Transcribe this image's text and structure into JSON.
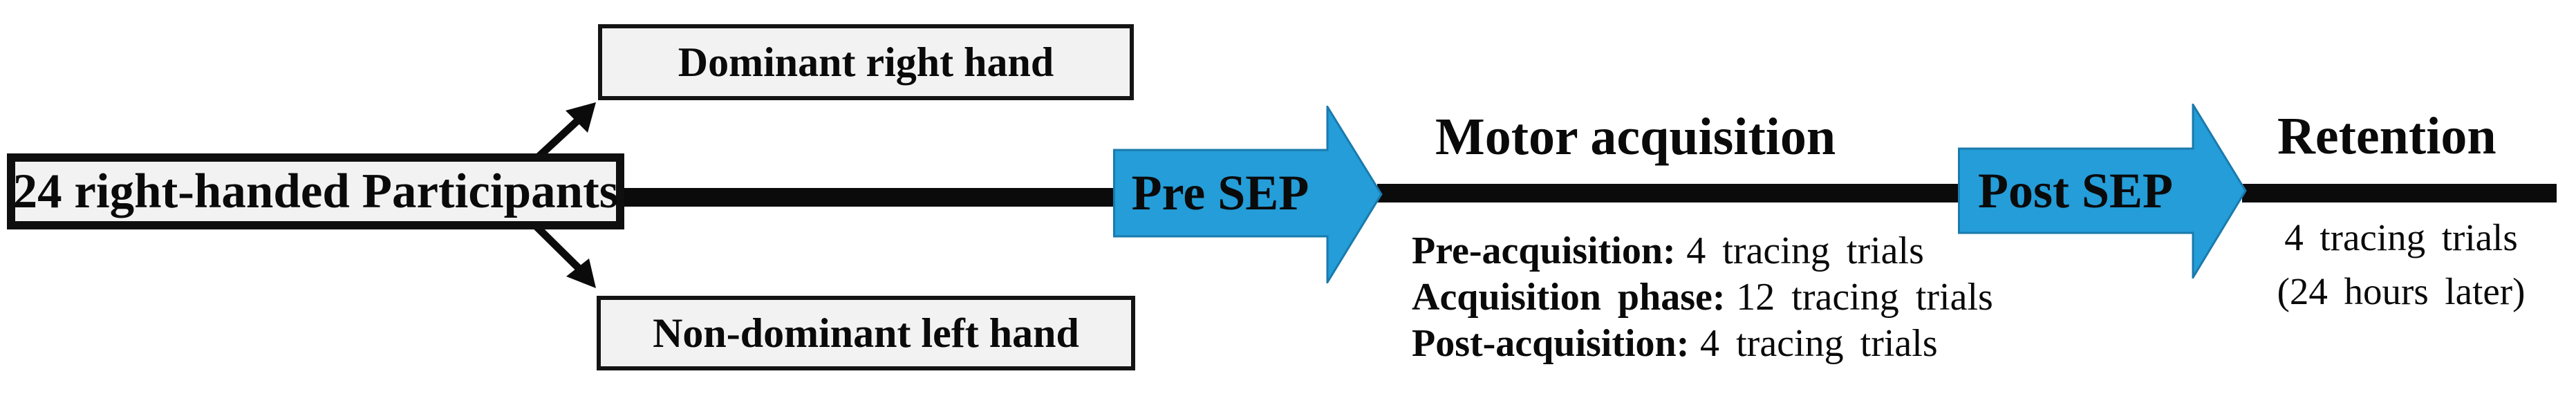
{
  "diagram": {
    "participants_box": {
      "label": "24 right-handed Participants"
    },
    "dominant_box": {
      "label": "Dominant right hand"
    },
    "nondominant_box": {
      "label": "Non-dominant left hand"
    },
    "pre_sep_arrow": {
      "label": "Pre SEP"
    },
    "post_sep_arrow": {
      "label": "Post SEP"
    },
    "motor_acquisition": {
      "title": "Motor acquisition",
      "phases": [
        {
          "label": "Pre-acquisition:",
          "value": "4 tracing trials"
        },
        {
          "label": "Acquisition phase:",
          "value": "12 tracing trials"
        },
        {
          "label": "Post-acquisition:",
          "value": "4 tracing trials"
        }
      ]
    },
    "retention": {
      "title": "Retention",
      "details": {
        "trials": "4 tracing trials",
        "timing": "(24 hours later)"
      }
    },
    "colors": {
      "arrow_blue": "#249DD8",
      "arrow_blue_border": "#1A7AAD",
      "line_black": "#0b0b0b",
      "box_fill": "#f2f2f2",
      "box_border": "#141414"
    }
  }
}
